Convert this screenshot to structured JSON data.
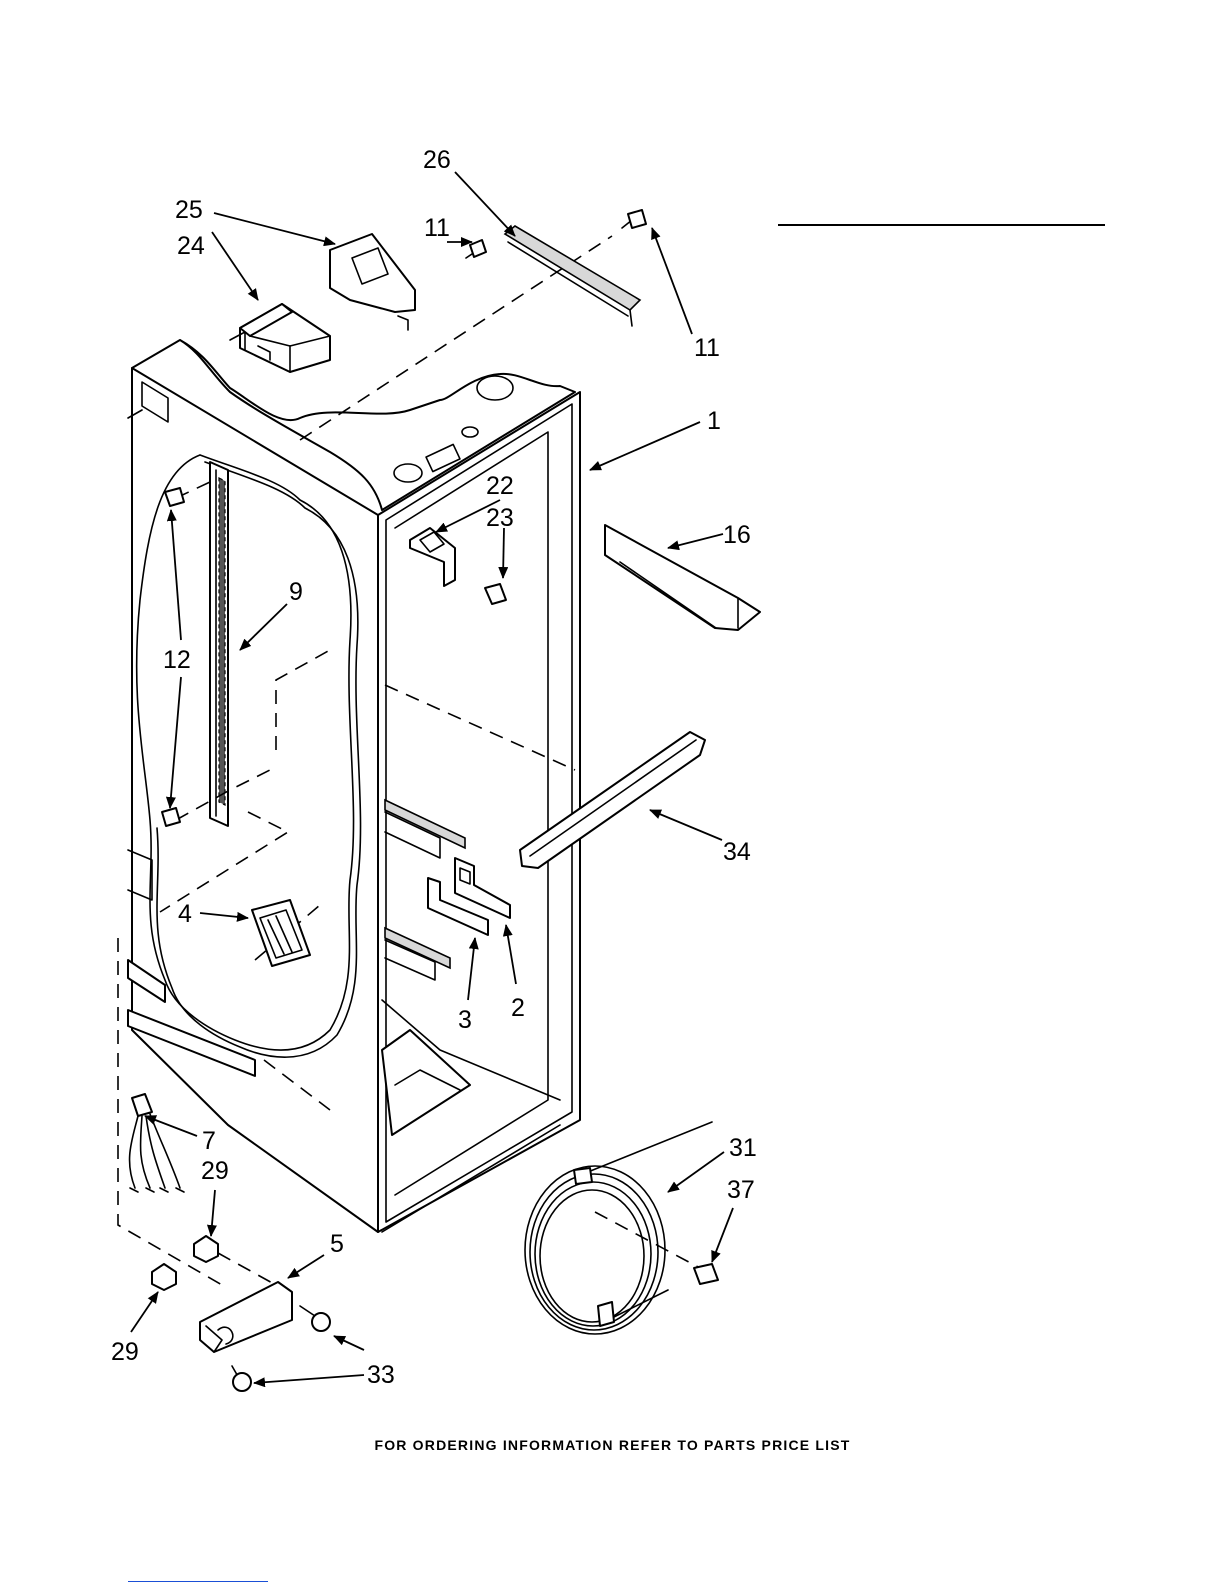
{
  "callouts": [
    "26",
    "25",
    "11",
    "24",
    "11",
    "1",
    "22",
    "23",
    "16",
    "9",
    "12",
    "34",
    "4",
    "3",
    "2",
    "7",
    "29",
    "31",
    "37",
    "5",
    "29",
    "33"
  ],
  "footer_text": "FOR ORDERING INFORMATION REFER TO PARTS PRICE LIST",
  "colors": {
    "line": "#000000",
    "background": "#ffffff",
    "link_underline": "#1a4fd6"
  }
}
